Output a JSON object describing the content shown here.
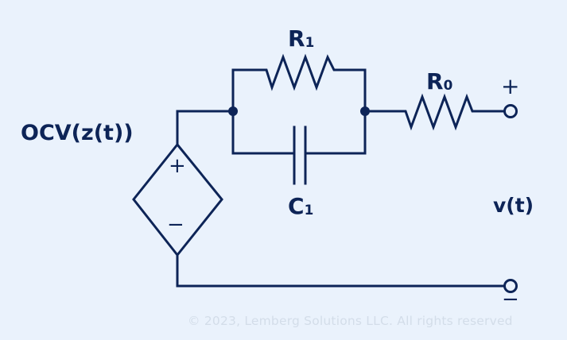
{
  "diagram": {
    "title": "Battery equivalent circuit (Thevenin model)",
    "source": {
      "label": "OCV(z(t))",
      "plus_sign": "+",
      "minus_sign": "−"
    },
    "components": {
      "r1": {
        "symbol": "R",
        "subscript": "1"
      },
      "c1": {
        "symbol": "C",
        "subscript": "1"
      },
      "r0": {
        "symbol": "R",
        "subscript": "0"
      }
    },
    "output": {
      "label": "v(t)",
      "plus_sign": "+",
      "minus_sign": "−"
    },
    "colors": {
      "background": "#eaf2fc",
      "ink": "#0d2457",
      "watermark": "#d3dde9"
    }
  },
  "footer": {
    "copyright": "© 2023, Lemberg Solutions LLC. All rights reserved"
  }
}
